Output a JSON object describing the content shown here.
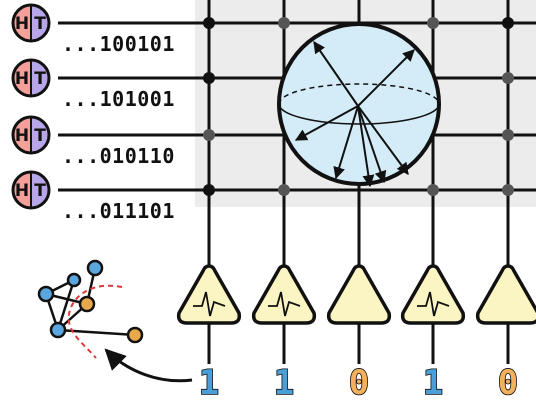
{
  "registers": [
    {
      "coin": {
        "left": "H",
        "right": "T"
      },
      "bits": "...100101"
    },
    {
      "coin": {
        "left": "H",
        "right": "T"
      },
      "bits": "...101001"
    },
    {
      "coin": {
        "left": "H",
        "right": "T"
      },
      "bits": "...010110"
    },
    {
      "coin": {
        "left": "H",
        "right": "T"
      },
      "bits": "...011101"
    }
  ],
  "outputs": [
    "1",
    "1",
    "0",
    "1",
    "0"
  ],
  "colors": {
    "coin_left": "#f2a19a",
    "coin_right": "#b9a6e8",
    "grid_panel": "#ececec",
    "sphere_fill": "#d4ecf8",
    "detector_fill": "#fbf5c4",
    "output_one": "#4a9fd6",
    "output_zero": "#f2b15c",
    "graph_blue": "#5aa7df",
    "graph_orange": "#e8a94a",
    "cut_line": "#e0373a"
  },
  "icons": {
    "sphere": "bloch-sphere-icon",
    "detector": "detector-pulse-icon",
    "graph": "graph-network-icon",
    "arrow": "curved-arrow-icon"
  }
}
